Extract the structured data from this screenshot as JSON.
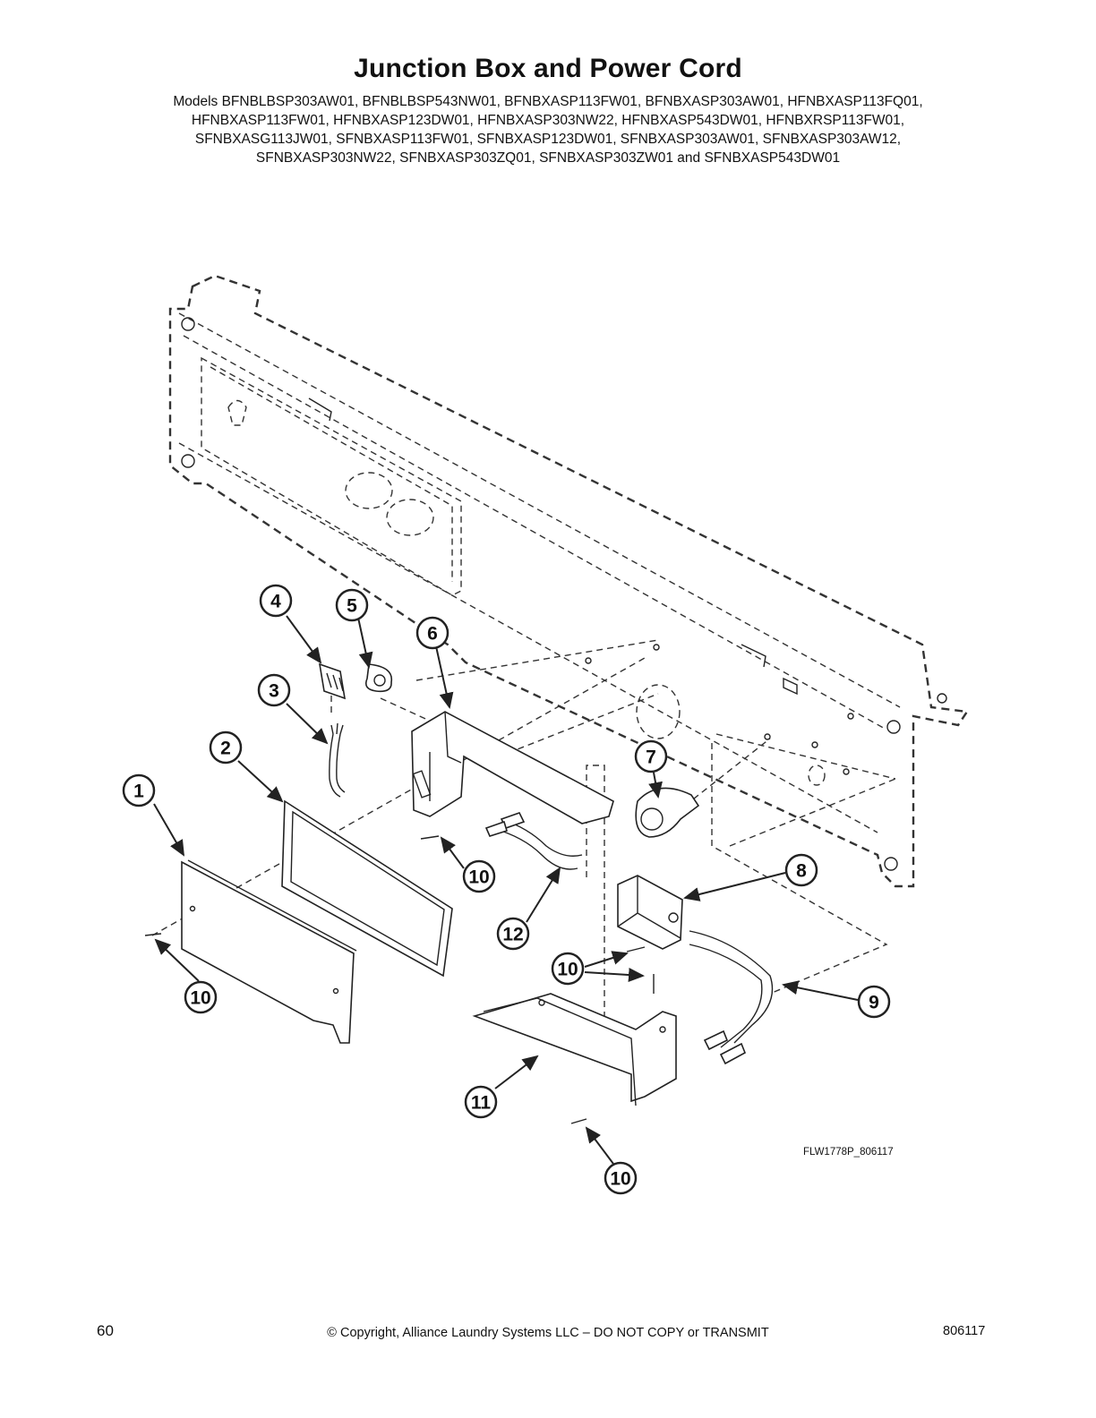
{
  "title": "Junction Box and Power Cord",
  "models_lines": [
    "Models BFNBLBSP303AW01, BFNBLBSP543NW01, BFNBXASP113FW01, BFNBXASP303AW01, HFNBXASP113FQ01,",
    "HFNBXASP113FW01, HFNBXASP123DW01, HFNBXASP303NW22, HFNBXASP543DW01, HFNBXRSP113FW01,",
    "SFNBXASG113JW01, SFNBXASP113FW01, SFNBXASP123DW01, SFNBXASP303AW01, SFNBXASP303AW12,",
    "SFNBXASP303NW22, SFNBXASP303ZQ01, SFNBXASP303ZW01 and SFNBXASP543DW01"
  ],
  "callouts": [
    "1",
    "2",
    "3",
    "4",
    "5",
    "6",
    "7",
    "8",
    "9",
    "10",
    "10",
    "10",
    "10",
    "11",
    "12"
  ],
  "figure_ref": "FLW1778P_806117",
  "footer": {
    "page_number": "60",
    "copyright": "© Copyright, Alliance Laundry Systems LLC – DO NOT COPY or TRANSMIT",
    "doc_number": "806117"
  }
}
